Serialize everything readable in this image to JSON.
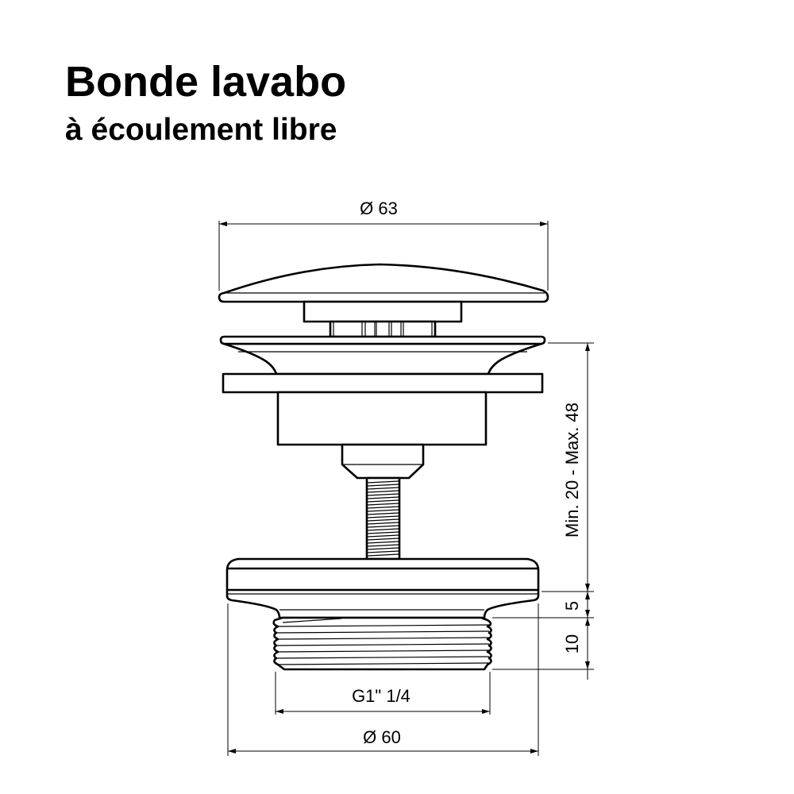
{
  "title": "Bonde lavabo",
  "subtitle": "à écoulement libre",
  "dimensions": {
    "cap_diameter": "Ø 63",
    "height_range": "Min. 20 - Max. 48",
    "flange_height": "5",
    "thread_length": "10",
    "thread_size": "G1\" 1/4",
    "base_diameter": "Ø 60"
  }
}
